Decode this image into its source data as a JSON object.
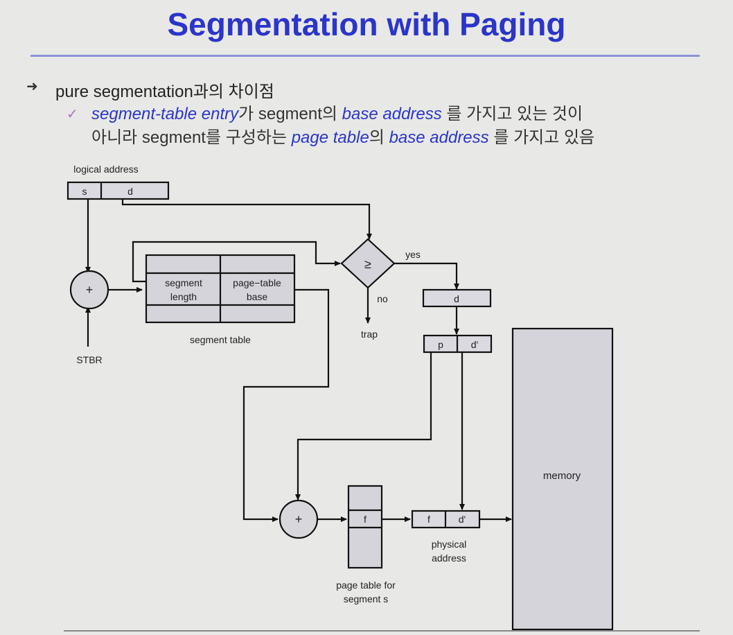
{
  "title": "Segmentation with Paging",
  "bullet": {
    "text": "pure segmentation과의 차이점",
    "sub": {
      "p1_em": "segment-table entry",
      "p1_a": "가 segment의 ",
      "p1_em2": "base address",
      "p1_b": " 를 가지고 있는 것이",
      "p2_a": "아니라 segment를 구성하는 ",
      "p2_em": "page table",
      "p2_b": "의 ",
      "p2_em2": "base address",
      "p2_c": " 를 가지고 있음"
    }
  },
  "diagram": {
    "logical_address": "logical address",
    "s": "s",
    "d": "d",
    "plus": "+",
    "stbr": "STBR",
    "segment_length_1": "segment",
    "segment_length_2": "length",
    "page_table_base_1": "page−table",
    "page_table_base_2": "base",
    "segment_table": "segment table",
    "compare": "≥",
    "yes": "yes",
    "no": "no",
    "trap": "trap",
    "d_box": "d",
    "p": "p",
    "d_prime": "d'",
    "f": "f",
    "phys_f": "f",
    "phys_d_prime": "d'",
    "physical_address_1": "physical",
    "physical_address_2": "address",
    "page_table_for_1": "page table for",
    "page_table_for_2": "segment s",
    "memory": "memory"
  }
}
